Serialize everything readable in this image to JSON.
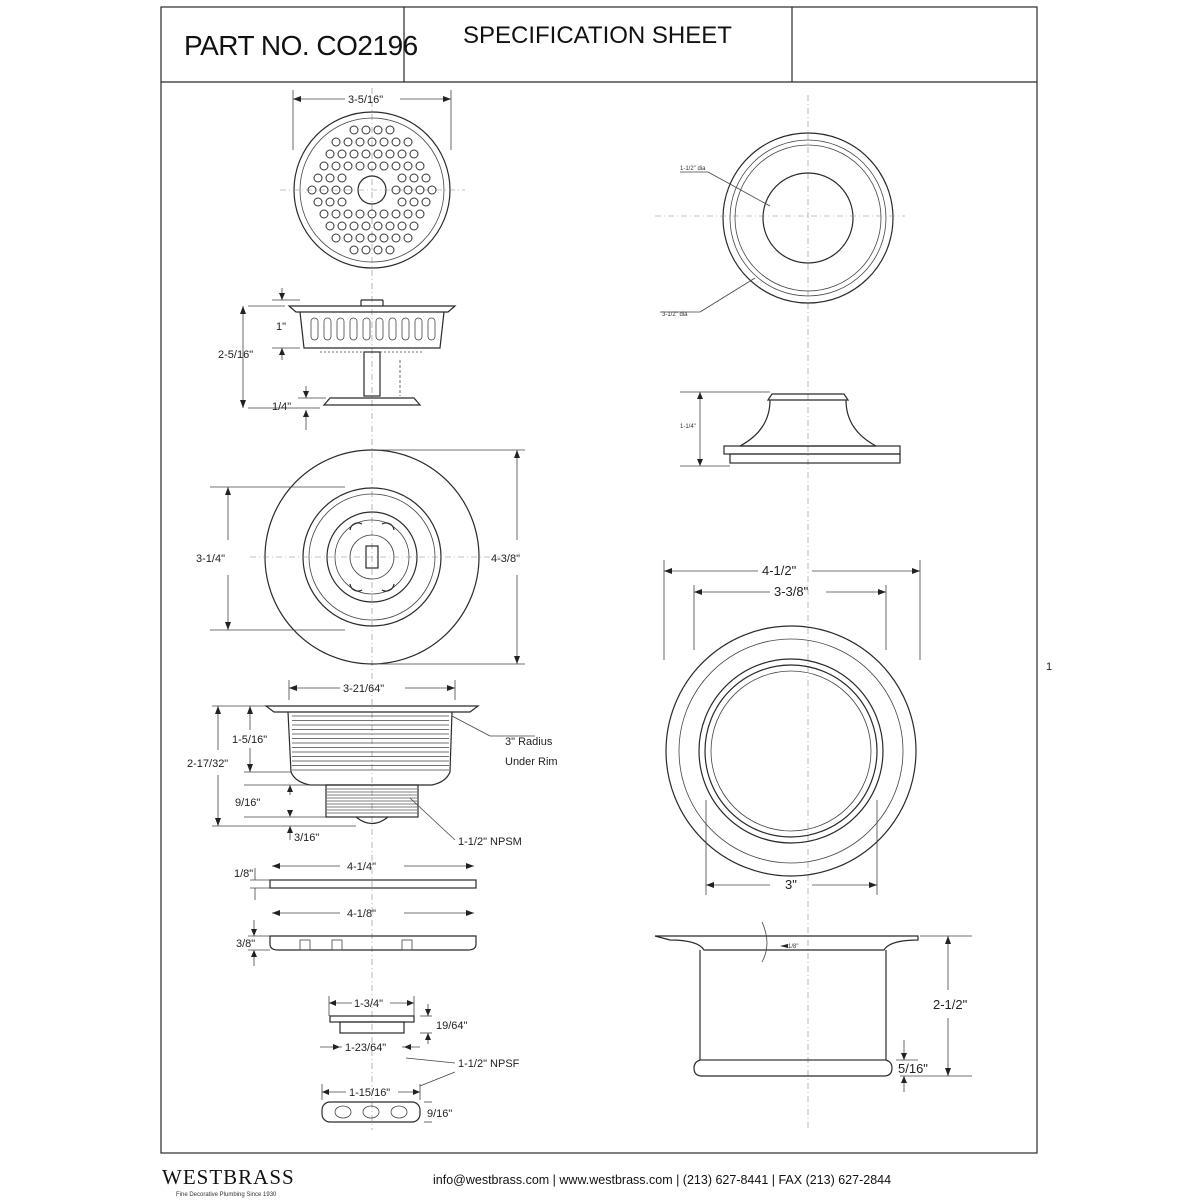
{
  "header": {
    "part_number": "PART NO. CO2196",
    "title": "SPECIFICATION SHEET"
  },
  "dimensions": {
    "strainer_top_width": "3-5/16\"",
    "basket_height": "1\"",
    "basket_total_height": "2-5/16\"",
    "basket_base": "1/4\"",
    "flange_outer": "4-3/8\"",
    "flange_inner": "3-1/4\"",
    "body_top_width": "3-21/64\"",
    "body_upper": "1-5/16\"",
    "body_total": "2-17/32\"",
    "body_thread": "9/16\"",
    "body_tip": "3/16\"",
    "radius_note_1": "3\" Radius",
    "radius_note_2": "Under Rim",
    "npsm": "1-1/2\" NPSM",
    "gasket_width": "4-1/4\"",
    "gasket_thickness": "1/8\"",
    "friction_width": "4-1/8\"",
    "friction_thickness": "3/8\"",
    "nut_top": "1-3/4\"",
    "nut_height": "19/64\"",
    "nut_bottom": "1-23/64\"",
    "npsf": "1-1/2\" NPSF",
    "locknut_width": "1-15/16\"",
    "locknut_height": "9/16\"",
    "stopper_inner_dia": "1-1/2\" dia",
    "stopper_outer_dia": "3-1/2\" dia",
    "stopper_height": "1-1/4\"",
    "collar_outer": "4-1/2\"",
    "collar_mid": "3-3/8\"",
    "collar_inner": "3\"",
    "collar_height": "2-1/2\"",
    "collar_base": "5/16\"",
    "collar_lip": "1/8\""
  },
  "footer": {
    "brand": "WESTBRASS",
    "tagline": "Fine Decorative Plumbing Since 1930",
    "contact": "info@westbrass.com |  www.westbrass.com   |   (213) 627-8441   |   FAX (213) 627-2844"
  },
  "margin_mark": "1"
}
